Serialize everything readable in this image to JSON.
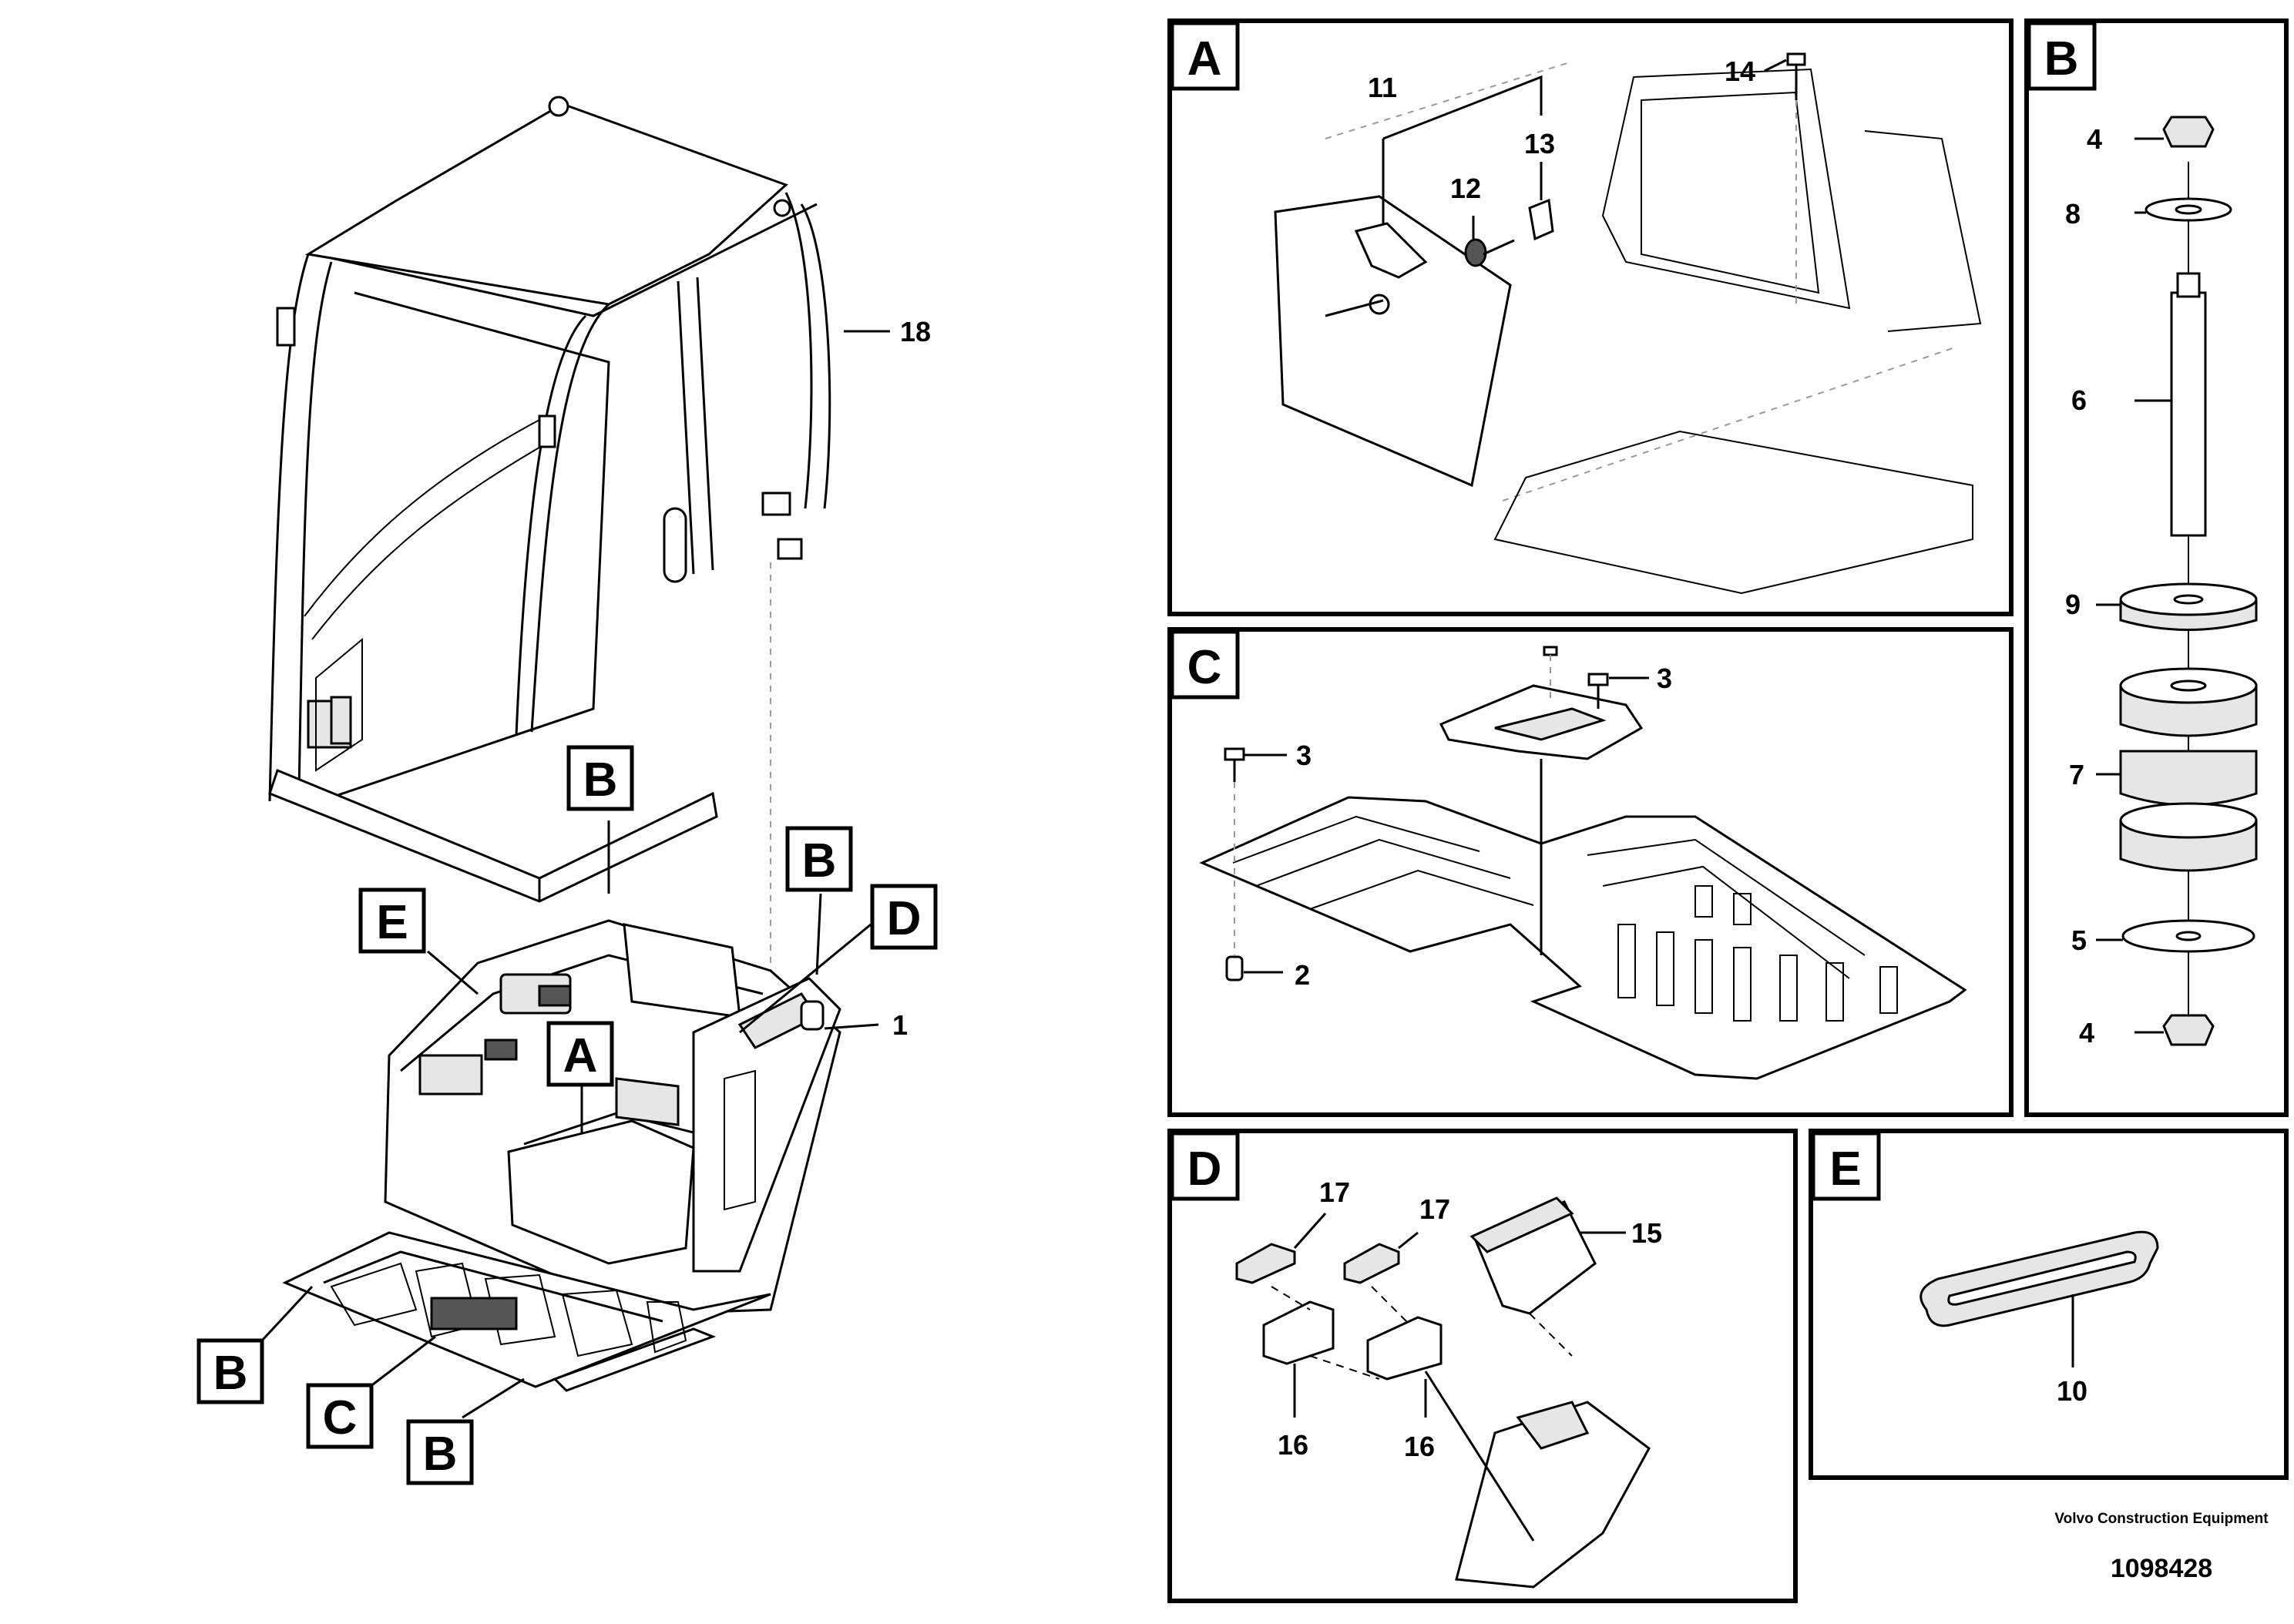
{
  "callouts": {
    "c1": "1",
    "c2": "2",
    "c3a": "3",
    "c3b": "3",
    "c4a": "4",
    "c4b": "4",
    "c5": "5",
    "c6": "6",
    "c7": "7",
    "c8": "8",
    "c9": "9",
    "c10": "10",
    "c11": "11",
    "c12": "12",
    "c13": "13",
    "c14": "14",
    "c15": "15",
    "c16a": "16",
    "c16b": "16",
    "c17a": "17",
    "c17b": "17",
    "c18": "18"
  },
  "view_tags": {
    "b_top": "B",
    "e": "E",
    "a": "A",
    "b_right": "B",
    "d": "D",
    "b_left": "B",
    "c": "C",
    "b_bottom": "B"
  },
  "panels": {
    "a": "A",
    "b": "B",
    "c": "C",
    "d": "D",
    "e": "E"
  },
  "footer": {
    "brand": "Volvo Construction Equipment",
    "doc_number": "1098428"
  }
}
